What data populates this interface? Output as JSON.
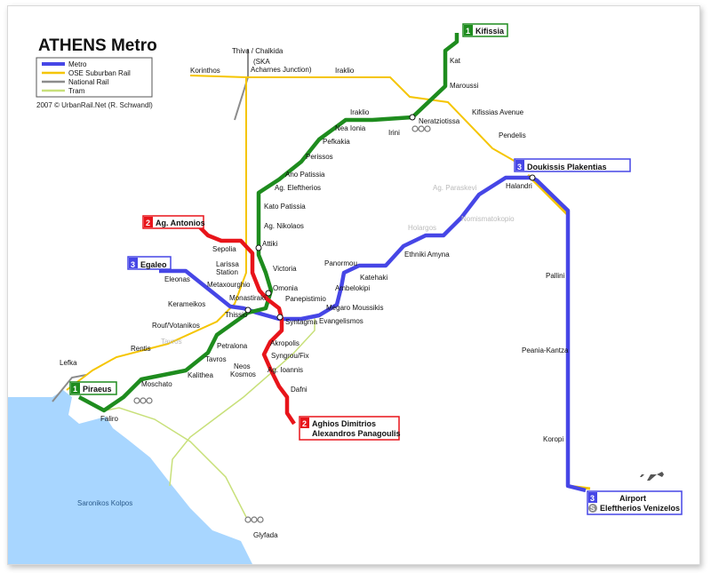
{
  "map": {
    "title": "ATHENS Metro",
    "credit": "2007 © UrbanRail.Net (R. Schwandl)",
    "sea_label": "Saronikos Kolpos",
    "colors": {
      "line1": "#1e8c1e",
      "line2": "#e8141a",
      "line3": "#4646e6",
      "suburban": "#f5c500",
      "rail": "#8c8c8c",
      "tram": "#c8e07a",
      "sea": "#a8d6ff"
    },
    "legend": [
      {
        "key": "metro",
        "label": "Metro",
        "color": "#4646e6"
      },
      {
        "key": "suburban",
        "label": "OSE Suburban Rail",
        "color": "#f5c500"
      },
      {
        "key": "rail",
        "label": "National Rail",
        "color": "#8c8c8c"
      },
      {
        "key": "tram",
        "label": "Tram",
        "color": "#c8e07a"
      }
    ],
    "termini": {
      "kifissia": {
        "num": "1",
        "name": "Kifissia"
      },
      "piraeus": {
        "num": "1",
        "name": "Piraeus"
      },
      "ag_antonios": {
        "num": "2",
        "name": "Ag. Antonios"
      },
      "ag_dimitrios_1": {
        "num": "2",
        "name": "Aghios Dimitrios"
      },
      "ag_dimitrios_2": "Alexandros Panagoulis",
      "egaleo": {
        "num": "3",
        "name": "Egaleo"
      },
      "doukissis": {
        "num": "3",
        "name": "Doukissis Plakentias"
      },
      "airport_num_1": "3",
      "airport_num_2": "S",
      "airport_1": "Airport",
      "airport_2": "Eleftherios Venizelos"
    },
    "stations": {
      "kat": "Kat",
      "maroussi": "Maroussi",
      "neratziotissa": "Neratziotissa",
      "irini": "Irini",
      "iraklio": "Iraklio",
      "nea_ionia": "Nea Ionia",
      "perkakia": "Pefkakia",
      "perissos": "Perissos",
      "ano_patissia": "Ano Patissia",
      "ag_eleftherios": "Ag. Eleftherios",
      "kato_patissia": "Kato Patissia",
      "ag_nikolaos": "Ag. Nikolaos",
      "attiki": "Attiki",
      "victoria": "Victoria",
      "omonia": "Omonia",
      "monastiraki": "Monastiraki",
      "thissio": "Thissio",
      "petralona": "Petralona",
      "tavros": "Tavros",
      "kallithea": "Kalithea",
      "moschato": "Moschato",
      "faliro": "Faliro",
      "sepolia": "Sepolia",
      "larissa_1": "Larissa",
      "larissa_2": "Station",
      "metaxourghio": "Metaxourghio",
      "panepistimio": "Panepistimio",
      "syntagma": "Syntagma",
      "akropolis": "Akropolis",
      "syngrou": "Syngrou/Fix",
      "neos_kosmos_1": "Neos",
      "neos_kosmos_2": "Kosmos",
      "ag_ioannis": "Ag. Ioannis",
      "dafni": "Dafni",
      "eleonas": "Eleonas",
      "kerameikos": "Kerameikos",
      "evangelismos": "Evangelismos",
      "megaro": "Megaro Moussikis",
      "ambelokipi": "Ambelokipi",
      "panormou": "Panormou",
      "katehaki": "Katehaki",
      "ethniki_amyna": "Ethniki Amyna",
      "holargos": "Holargos",
      "nomismatokopio": "Nomismatokopio",
      "ag_paraskevi": "Ag. Paraskevi",
      "halandri": "Halandri",
      "pallini": "Pallini",
      "peania": "Peania-Kantza",
      "koropi": "Koropi",
      "kifissias_ave": "Kifissias Avenue",
      "pendelis": "Pendelis",
      "korinthos": "Korinthos",
      "thiva": "Thiva / Chalkida",
      "ska_1": "(SKA",
      "ska_2": "Acharnes Junction)",
      "iraklio_sub": "Iraklio",
      "rouf": "Rouf/Votanikos",
      "rentis": "Rentis",
      "lefka": "Lefka",
      "tavros_sub": "Tavros",
      "glyfada": "Glyfada"
    }
  }
}
